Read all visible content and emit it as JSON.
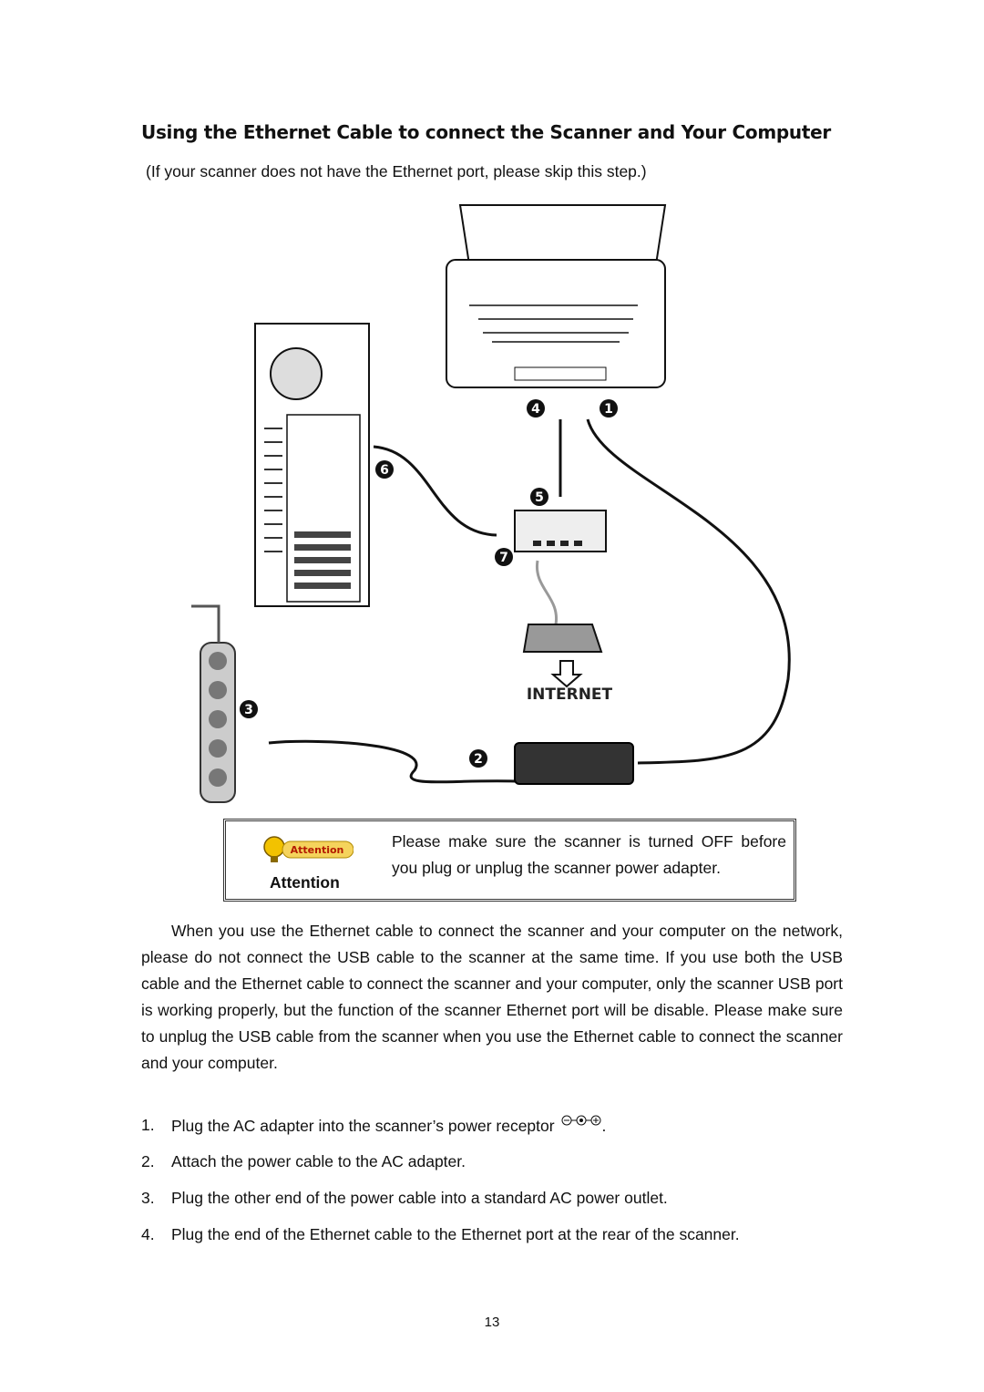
{
  "heading": "Using the Ethernet Cable to connect the Scanner and Your Computer",
  "subnote": "(If your scanner does not have the Ethernet port, please skip this step.)",
  "diagram": {
    "callouts": [
      "4",
      "1",
      "6",
      "5",
      "7",
      "3",
      "2"
    ],
    "internet_label": "INTERNET",
    "badge_text": "Attention"
  },
  "attention": {
    "label": "Attention",
    "text": "Please make sure the scanner is turned OFF before you plug or unplug the scanner power adapter."
  },
  "body": "When you use the Ethernet cable to connect the scanner and your computer on the network, please do not connect the USB cable to the scanner at the same time. If you use both the USB cable and the Ethernet cable to connect the scanner and your computer, only the scanner USB port is working properly, but the function of the scanner Ethernet port will be disable. Please make sure to unplug the USB cable from the scanner when you use the Ethernet cable to connect the scanner and your computer.",
  "steps": [
    {
      "num": "1.",
      "text": "Plug the AC adapter into the scanner’s power receptor",
      "suffix": "."
    },
    {
      "num": "2.",
      "text": "Attach the power cable to the AC adapter."
    },
    {
      "num": "3.",
      "text": "Plug the other end of the power cable into a standard AC power outlet."
    },
    {
      "num": "4.",
      "text": "Plug the end of the Ethernet cable to the Ethernet port at the rear of the scanner."
    }
  ],
  "page_number": "13"
}
